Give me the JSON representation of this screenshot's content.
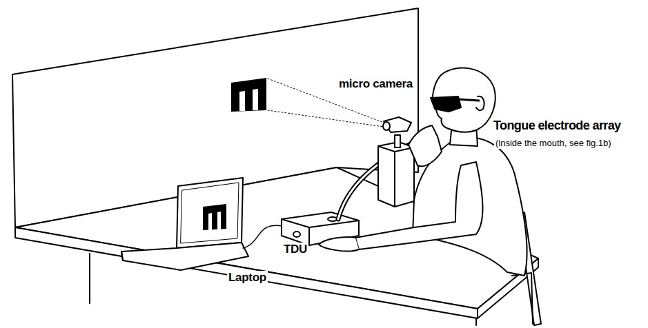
{
  "diagram": {
    "labels": [
      "micro camera",
      "Tongue electrode array",
      "(inside the mouth, see fig.1b)",
      "TDU",
      "Laptop"
    ]
  }
}
